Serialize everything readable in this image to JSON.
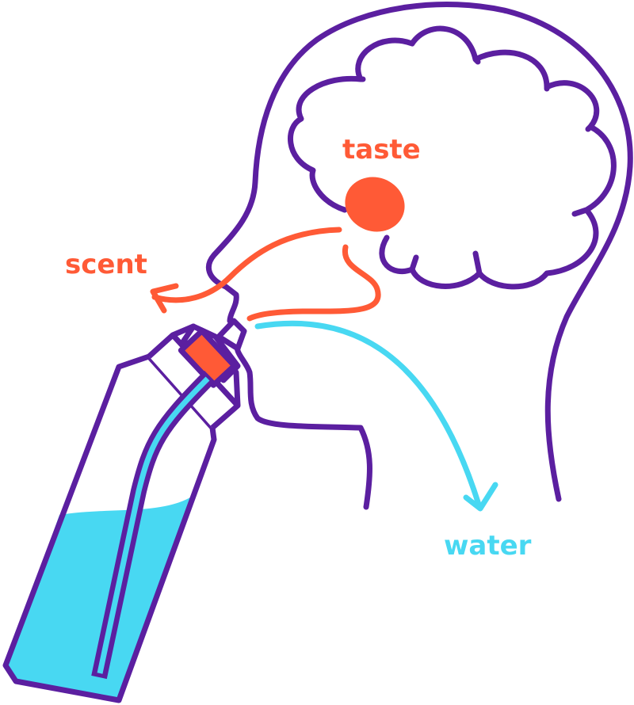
{
  "labels": {
    "taste": "taste",
    "scent": "scent",
    "water": "water"
  },
  "colors": {
    "outline": "#5B1FA0",
    "taste": "#FF5A36",
    "water": "#48D8F2",
    "background": "#FFFFFF"
  },
  "icons": [
    "head-outline",
    "brain-icon",
    "water-bottle-icon",
    "straw-icon",
    "scent-arrow",
    "water-arrow",
    "taste-spot"
  ]
}
